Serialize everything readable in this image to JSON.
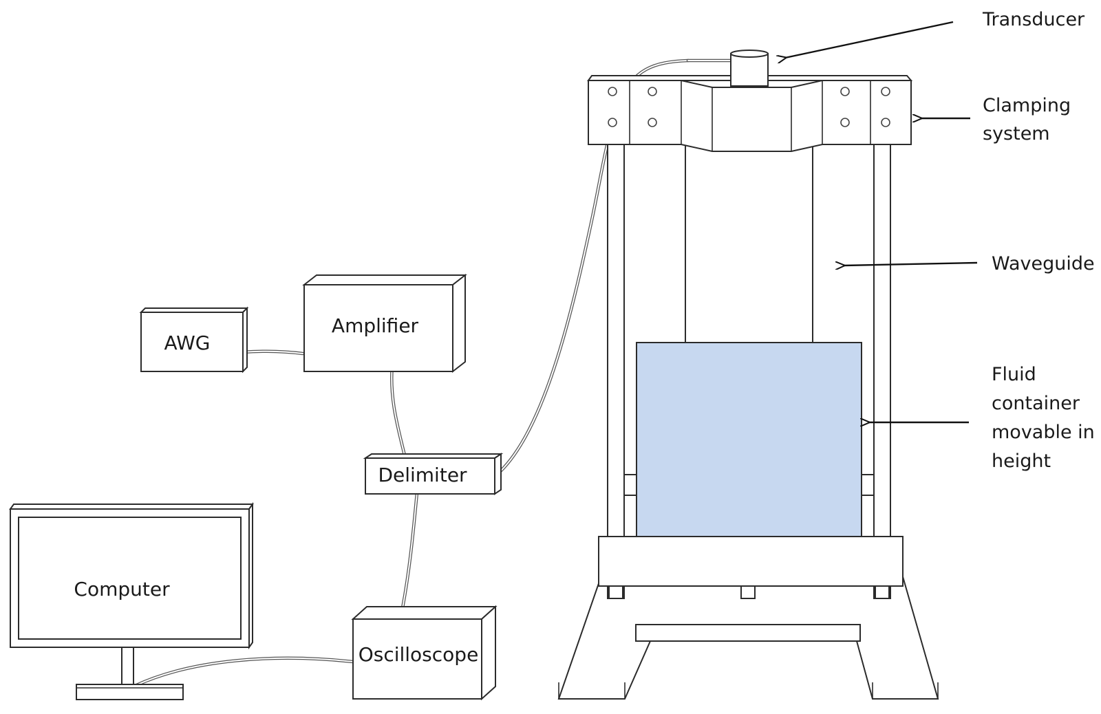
{
  "colors": {
    "fluid": "#c7d8f0",
    "stroke": "#2b2b2b",
    "background": "#ffffff"
  },
  "devices": {
    "awg": "AWG",
    "amplifier": "Amplifier",
    "delimiter": "Delimiter",
    "oscilloscope": "Oscilloscope",
    "computer": "Computer"
  },
  "annotations": {
    "transducer": "Transducer",
    "clamping": [
      "Clamping",
      "system"
    ],
    "waveguide": "Waveguide",
    "fluid_container": [
      "Fluid",
      "container",
      "movable in",
      "height"
    ]
  }
}
